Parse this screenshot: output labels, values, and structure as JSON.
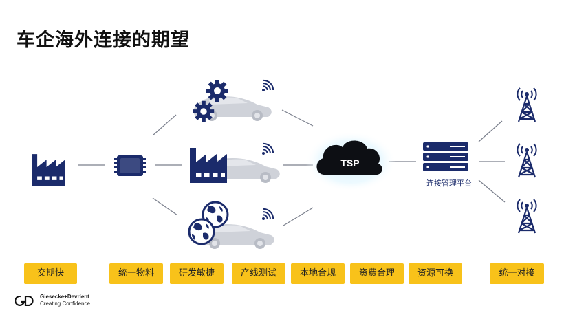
{
  "title": "车企海外连接的期望",
  "nodes": {
    "tsp_label": "TSP",
    "platform_label": "连接管理平台"
  },
  "chips": [
    "交期快",
    "统一物料",
    "研发敏捷",
    "产线测试",
    "本地合规",
    "资费合理",
    "资源可换",
    "统一对接"
  ],
  "brand": {
    "name": "Giesecke+Devrient",
    "tagline": "Creating Confidence"
  },
  "colors": {
    "navy": "#1b2b6b",
    "yellow": "#f8c21a",
    "car_gray": "#c9ccd3",
    "line_gray": "#7a7f8c"
  }
}
